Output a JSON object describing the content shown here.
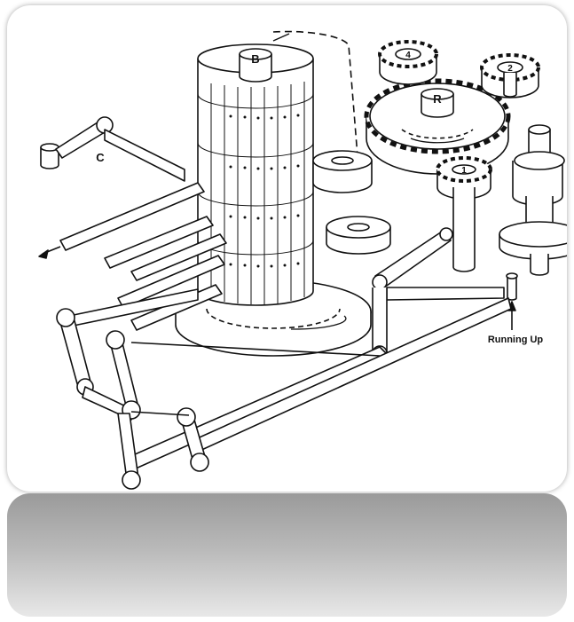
{
  "labels": {
    "b": "B",
    "r": "R",
    "c": "C",
    "gear4": "4",
    "gear2": "2",
    "gear1": "1",
    "running_up": "Running Up"
  },
  "colors": {
    "ink": "#111111",
    "paper": "#ffffff",
    "panel_top": "#9a9a9a",
    "panel_bottom": "#e8e8e8"
  }
}
